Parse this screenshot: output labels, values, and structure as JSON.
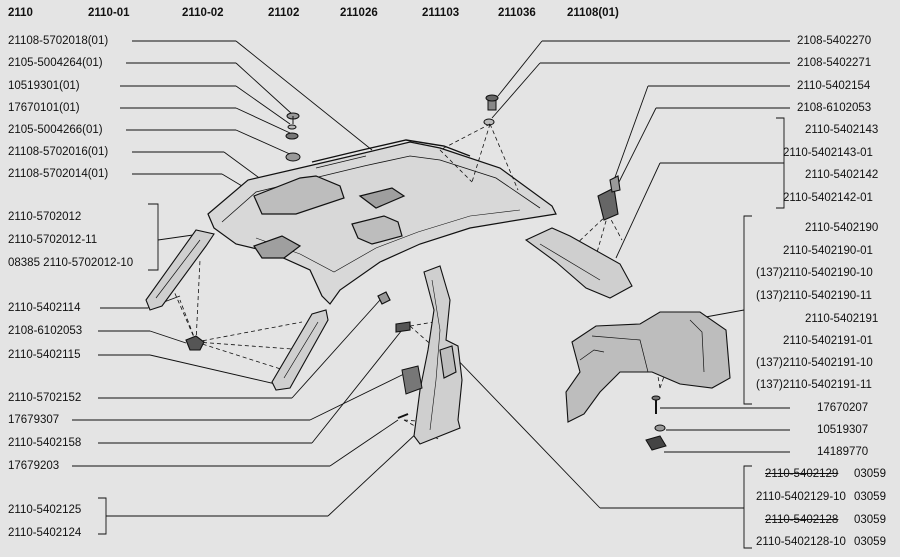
{
  "header_models": [
    "2110",
    "2110-01",
    "2110-02",
    "21102",
    "211026",
    "211103",
    "211036",
    "21108(01)"
  ],
  "left_labels": [
    "21108-5702018(01)",
    "2105-5004264(01)",
    "10519301(01)",
    "17670101(01)",
    "2105-5004266(01)",
    "21108-5702016(01)",
    "21108-5702014(01)",
    "2110-5702012",
    "2110-5702012-11",
    "08385 2110-5702012-10",
    "2110-5402114",
    "2108-6102053",
    "2110-5402115",
    "2110-5702152",
    "17679307",
    "2110-5402158",
    "17679203",
    "2110-5402125",
    "2110-5402124"
  ],
  "right_labels": [
    "2108-5402270",
    "2108-5402271",
    "2110-5402154",
    "2108-6102053",
    "2110-5402143",
    "2110-5402143-01",
    "2110-5402142",
    "2110-5402142-01",
    "2110-5402190",
    "2110-5402190-01",
    "(137)2110-5402190-10",
    "(137)2110-5402190-11",
    "2110-5402191",
    "2110-5402191-01",
    "(137)2110-5402191-10",
    "(137)2110-5402191-11",
    "17670207",
    "10519307",
    "14189770",
    "2110-5402129",
    "03059",
    "2110-5402129-10",
    "03059",
    "2110-5402128",
    "03059",
    "2110-5402128-10",
    "03059"
  ]
}
